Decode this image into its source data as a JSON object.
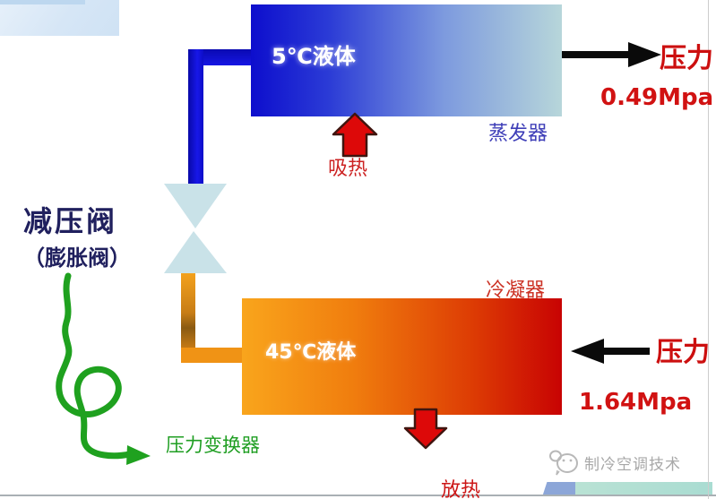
{
  "evaporator": {
    "content": "5℃液体",
    "label": "蒸发器",
    "color_left": "#0d0ecd",
    "color_right": "#b7d6da",
    "label_color": "#3f3fb8"
  },
  "condenser": {
    "content": "45℃液体",
    "label": "冷凝器",
    "color_left": "#f9a51c",
    "color_right": "#c80303",
    "label_color": "#cc3326"
  },
  "valve": {
    "name": "减压阀",
    "alias": "（膨胀阀）",
    "body_color": "#c9e2e8",
    "text_color": "#20205e"
  },
  "heat_absorb": {
    "label": "吸热",
    "arrow_direction": "up",
    "arrow_color": "#dd0909"
  },
  "heat_release": {
    "label": "放热",
    "arrow_direction": "down",
    "arrow_color": "#dd0909"
  },
  "low_pressure": {
    "label": "压力",
    "value": "0.49Mpa",
    "arrow_direction": "right",
    "text_color": "#cc0f0f"
  },
  "high_pressure": {
    "label": "压力",
    "value": "1.64Mpa",
    "arrow_direction": "left",
    "text_color": "#cc0f0f"
  },
  "pressure_transformer": {
    "label": "压力变换器",
    "color": "#1f9e22"
  },
  "watermark": {
    "label": "制冷空调技术",
    "icon": "wechat-bubbles-icon",
    "color": "#a8a8a8"
  }
}
